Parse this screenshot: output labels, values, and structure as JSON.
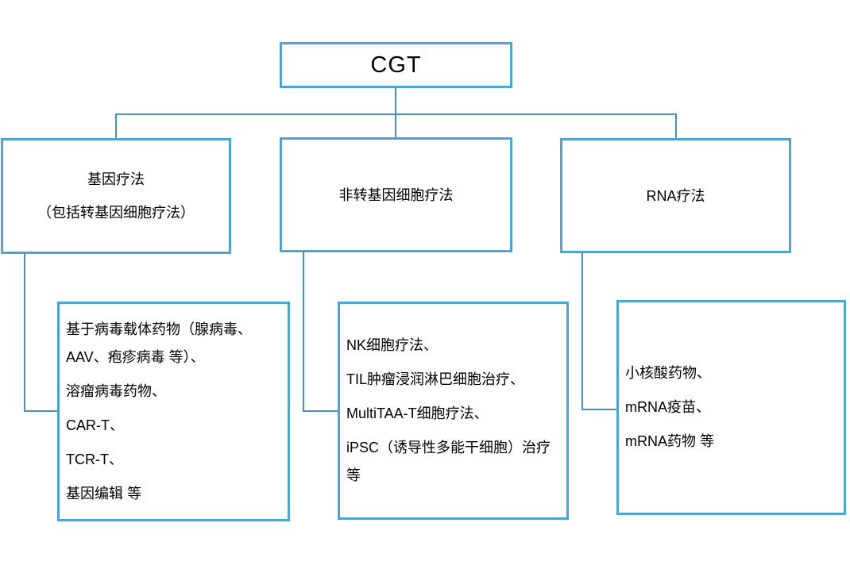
{
  "diagram": {
    "border_color": "#4da4ce",
    "line_color": "#4792ba",
    "root_label": "CGT",
    "branches": [
      {
        "title_lines": [
          "基因疗法",
          "（包括转基因细胞疗法）"
        ],
        "items": [
          "基于病毒载体药物（腺病毒、AAV、疱疹病毒 等）、",
          "溶瘤病毒药物、",
          "CAR-T、",
          "TCR-T、",
          "基因编辑 等"
        ]
      },
      {
        "title_lines": [
          "非转基因细胞疗法"
        ],
        "items": [
          "NK细胞疗法、",
          "TIL肿瘤浸润淋巴细胞治疗、",
          "MultiTAA-T细胞疗法、",
          "iPSC（诱导性多能干细胞）治疗 等"
        ]
      },
      {
        "title_lines": [
          "RNA疗法"
        ],
        "items": [
          "小核酸药物、",
          "mRNA疫苗、",
          "mRNA药物 等"
        ]
      }
    ]
  }
}
